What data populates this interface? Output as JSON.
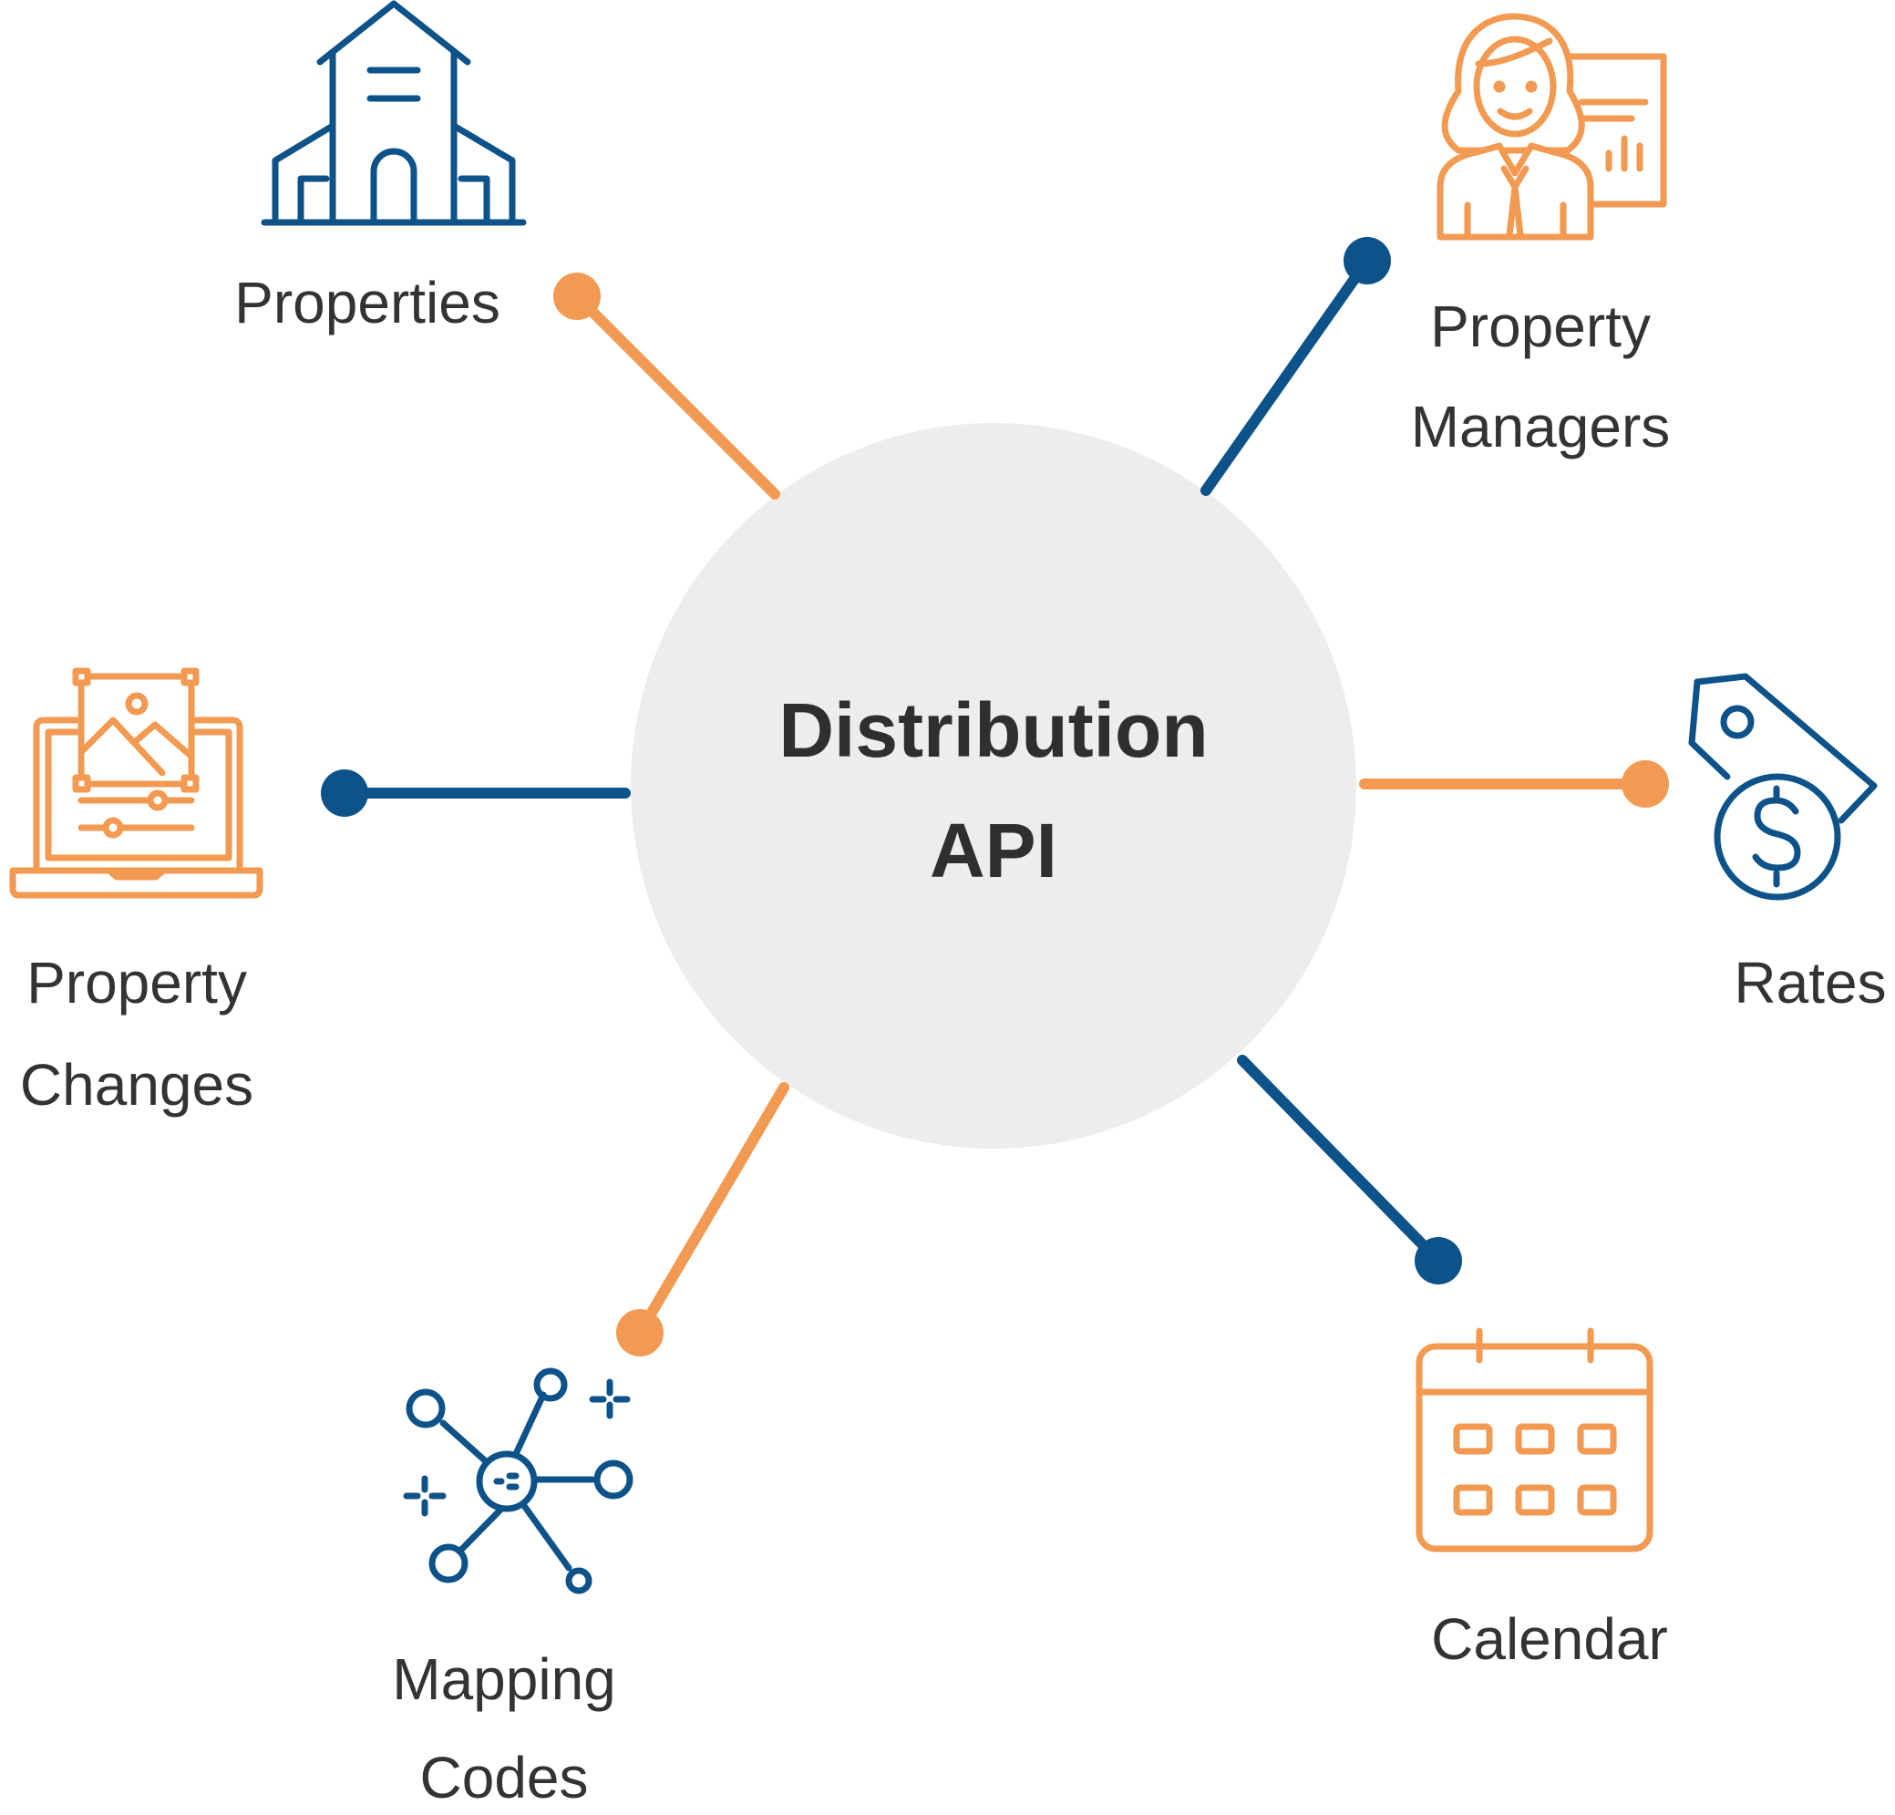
{
  "center": {
    "line1": "Distribution",
    "line2": "API"
  },
  "colors": {
    "blue": "#0d5289",
    "orange": "#f29a51",
    "hub": "#ededed",
    "text": "#333333"
  },
  "nodes": [
    {
      "id": "properties",
      "lines": [
        "Properties"
      ],
      "icon": "building-icon",
      "spoke_color": "orange",
      "icon_color": "blue"
    },
    {
      "id": "property-managers",
      "lines": [
        "Property",
        "Managers"
      ],
      "icon": "manager-woman-icon",
      "spoke_color": "blue",
      "icon_color": "orange"
    },
    {
      "id": "rates",
      "lines": [
        "Rates"
      ],
      "icon": "price-tag-dollar-icon",
      "spoke_color": "orange",
      "icon_color": "blue"
    },
    {
      "id": "calendar",
      "lines": [
        "Calendar"
      ],
      "icon": "calendar-icon",
      "spoke_color": "blue",
      "icon_color": "orange"
    },
    {
      "id": "mapping-codes",
      "lines": [
        "Mapping",
        "Codes"
      ],
      "icon": "network-nodes-icon",
      "spoke_color": "orange",
      "icon_color": "blue"
    },
    {
      "id": "property-changes",
      "lines": [
        "Property",
        "Changes"
      ],
      "icon": "laptop-image-edit-icon",
      "spoke_color": "blue",
      "icon_color": "orange"
    }
  ]
}
